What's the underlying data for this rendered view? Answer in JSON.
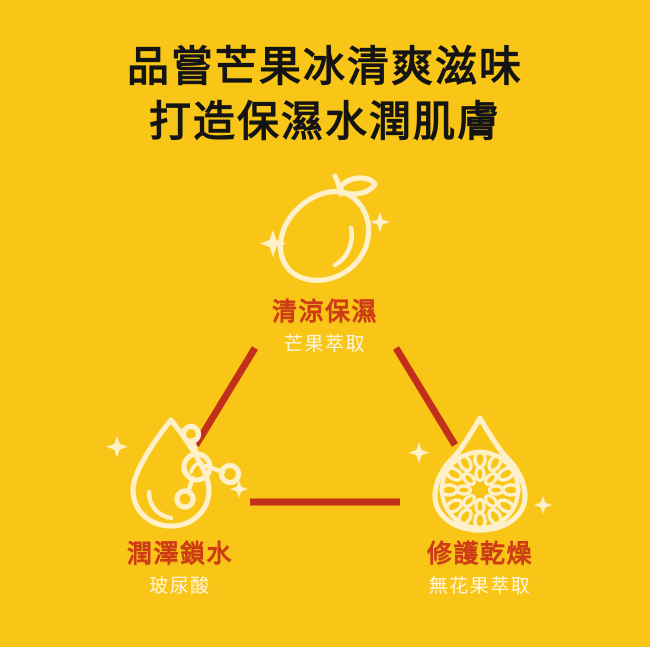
{
  "poster": {
    "background_color": "#F9C517",
    "headline": {
      "line1": "品嘗芒果冰清爽滋味",
      "line2": "打造保濕水潤肌膚",
      "color": "#141414"
    },
    "connector": {
      "color": "#C0301A",
      "shape": "open-triangle",
      "segment_count": 3
    },
    "theme": {
      "title_color": "#CF3A16",
      "subtitle_color": "#FEF6DC",
      "icon_line_color": "#FEF0C8"
    }
  },
  "nodes": [
    {
      "id": "top",
      "icon": "mango-icon",
      "title": "清涼保濕",
      "subtitle": "芒果萃取"
    },
    {
      "id": "left",
      "icon": "water-drop-molecule-icon",
      "title": "潤澤鎖水",
      "subtitle": "玻尿酸"
    },
    {
      "id": "right",
      "icon": "fig-cross-section-icon",
      "title": "修護乾燥",
      "subtitle": "無花果萃取"
    }
  ]
}
